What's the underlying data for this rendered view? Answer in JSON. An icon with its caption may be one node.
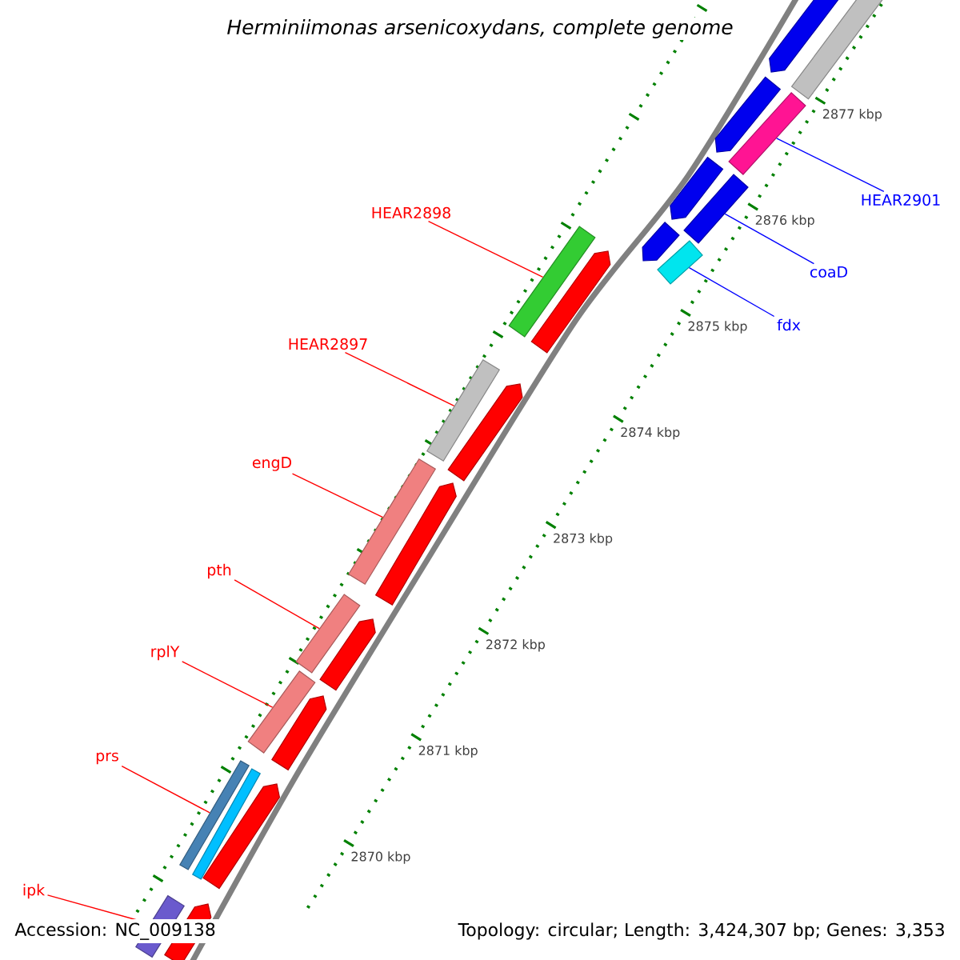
{
  "diagram": {
    "title": "Herminiimonas arsenicoxydans, complete genome",
    "nodes": [
      {
        "text": [
          "HEAR2898"
        ]
      },
      {
        "text": [],
        "shape": "bar"
      },
      {
        "text": [
          "HEAR2897"
        ]
      },
      {
        "text": [],
        "shape": "bar"
      },
      {
        "text": [
          "engD"
        ]
      },
      {
        "text": [],
        "shape": "bar"
      },
      {
        "text": [
          "pth"
        ]
      },
      {
        "text": [],
        "shape": "bar"
      },
      {
        "text": [
          "rplY"
        ]
      },
      {
        "text": [],
        "shape": "bar"
      },
      {
        "text": [
          "prs"
        ]
      },
      {
        "text": [],
        "shape": "bar"
      },
      {
        "text": [
          "ipk"
        ]
      },
      {
        "text": [],
        "shape": "bar"
      },
      {
        "text": [
          "HEAR2901"
        ]
      },
      {
        "text": [],
        "shape": "bar"
      },
      {
        "text": [
          "coaD"
        ]
      },
      {
        "text": [],
        "shape": "bar"
      },
      {
        "text": [
          "fdx"
        ]
      },
      {
        "text": [],
        "shape": "bar"
      },
      {
        "text": [],
        "shape": "arrow"
      },
      {
        "text": [],
        "shape": "arrow"
      },
      {
        "text": [],
        "shape": "arrow"
      },
      {
        "text": [],
        "shape": "arrow"
      },
      {
        "text": [],
        "shape": "arrow"
      },
      {
        "text": [],
        "shape": "arrow"
      },
      {
        "text": [],
        "shape": "arrow"
      },
      {
        "text": [],
        "shape": "bar"
      },
      {
        "text": [],
        "shape": "bar"
      },
      {
        "text": [],
        "shape": "arrow"
      },
      {
        "text": [],
        "shape": "arrow"
      },
      {
        "text": [],
        "shape": "arrow"
      },
      {
        "text": [],
        "shape": "arrow"
      }
    ],
    "edges": [
      {
        "from": 0,
        "to": 1,
        "arrow": "none"
      },
      {
        "from": 2,
        "to": 3,
        "arrow": "none"
      },
      {
        "from": 4,
        "to": 5,
        "arrow": "none"
      },
      {
        "from": 6,
        "to": 7,
        "arrow": "none"
      },
      {
        "from": 8,
        "to": 9,
        "arrow": "none"
      },
      {
        "from": 10,
        "to": 11,
        "arrow": "none"
      },
      {
        "from": 12,
        "to": 13,
        "arrow": "none"
      },
      {
        "from": 14,
        "to": 15,
        "arrow": "none",
        "color": "#0000ff"
      },
      {
        "from": 16,
        "to": 17,
        "arrow": "none",
        "color": "#0000ff"
      },
      {
        "from": 18,
        "to": 19,
        "arrow": "none",
        "color": "#0000ff"
      }
    ],
    "labels": [
      "2877 kbp",
      "2876 kbp",
      "2875 kbp",
      "2874 kbp",
      "2873 kbp",
      "2872 kbp",
      "2871 kbp",
      "2870 kbp",
      "Accession: NC_009138",
      "Topology: circular; Length: 3,424,307 bp; Genes: 3,353"
    ]
  }
}
